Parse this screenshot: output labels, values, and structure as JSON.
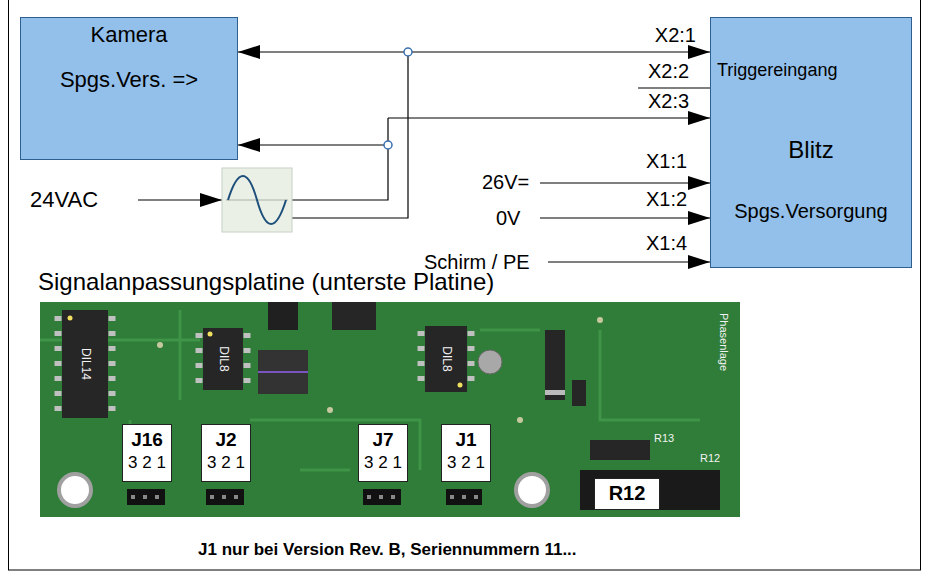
{
  "diagram": {
    "caption": "J1 nur bei Version Rev. B, Seriennummern 11...",
    "nodes": [
      {
        "text": [
          "Kamera",
          "Spgs.Vers. =>"
        ]
      },
      {
        "text": [
          "Triggereingang",
          "Blitz",
          "Spgs.Versorgung"
        ]
      },
      {
        "text": [
          "J16",
          "3 2 1"
        ]
      },
      {
        "text": [
          "J2",
          "3 2 1"
        ]
      },
      {
        "text": [
          "J7",
          "3 2 1"
        ]
      },
      {
        "text": [
          "J1",
          "3 2 1"
        ]
      },
      {
        "text": [
          "R12"
        ]
      }
    ],
    "edges": [
      {
        "from": 0,
        "to": 1,
        "arrow": "both",
        "label": "X2:1"
      }
    ],
    "labels": [
      "X2:2",
      "X2:3",
      "24VAC",
      "X1:1",
      "26V=",
      "X1:2",
      "0V",
      "X1:4",
      "Schirm / PE",
      "Signalanpassungsplatine (unterste Platine)",
      "DIL14",
      "DIL8",
      "DIL8",
      "Phasenlage",
      "R13",
      "R12"
    ]
  }
}
